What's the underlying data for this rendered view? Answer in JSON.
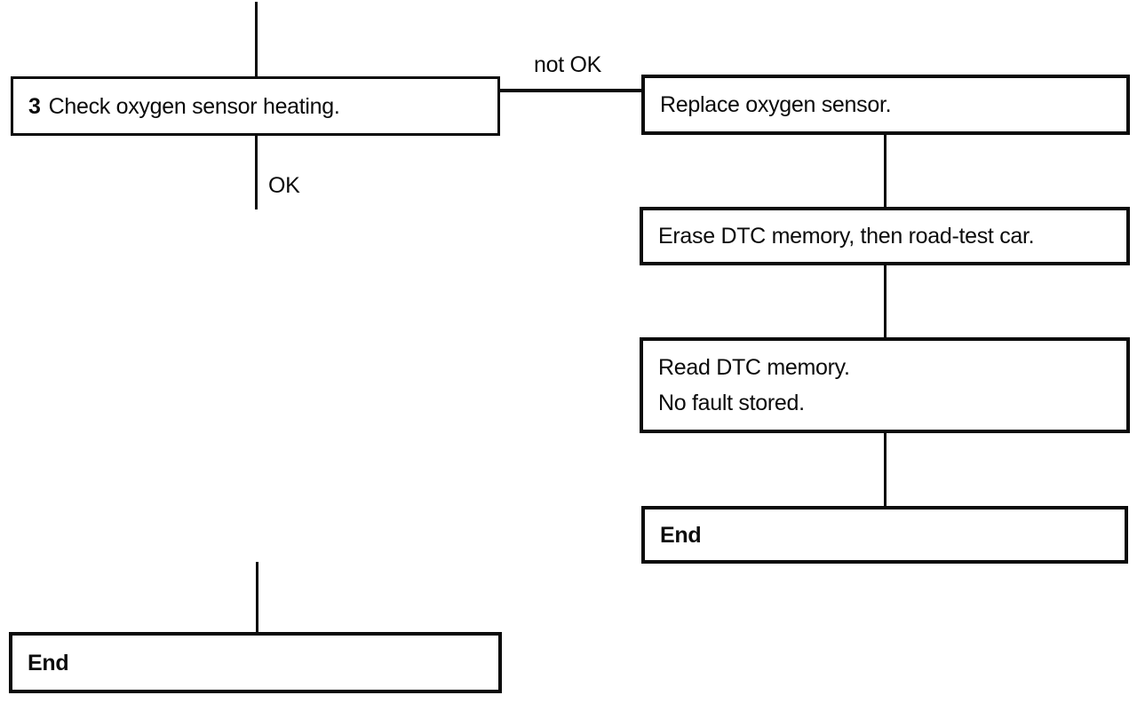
{
  "diagram": {
    "type": "flowchart",
    "colors": {
      "background": "#ffffff",
      "ink": "#0b0b0b"
    },
    "nodes": {
      "check_sensor": {
        "number": "3",
        "label": "Check oxygen sensor heating."
      },
      "replace_sensor": {
        "label": "Replace oxygen sensor."
      },
      "erase_dtc": {
        "label": "Erase DTC memory, then road-test car."
      },
      "read_dtc": {
        "line1": "Read DTC memory.",
        "line2": "No fault stored."
      },
      "end_right": {
        "label": "End"
      },
      "end_left": {
        "label": "End"
      }
    },
    "edge_labels": {
      "not_ok": "not OK",
      "ok": "OK"
    }
  }
}
